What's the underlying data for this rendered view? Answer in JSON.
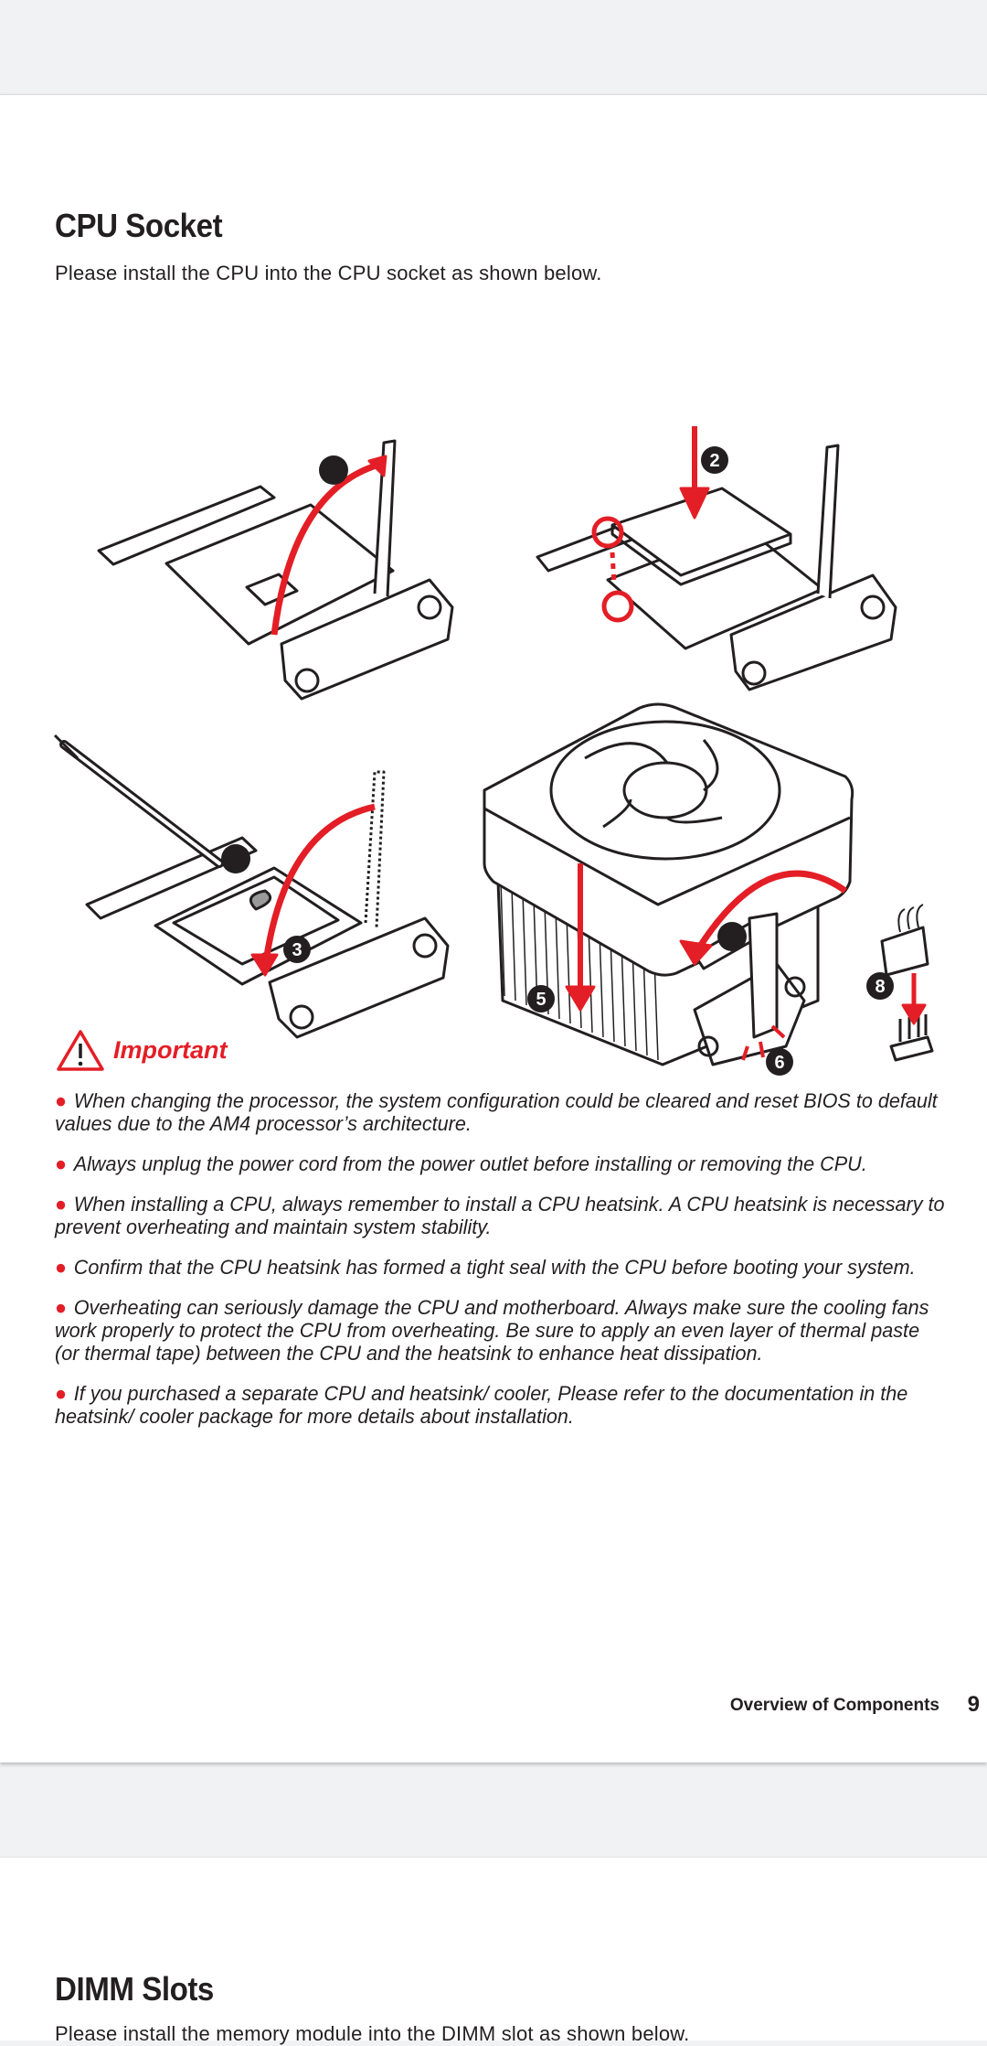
{
  "section": {
    "title": "CPU Socket",
    "intro": "Please install the CPU into the CPU socket as shown below.",
    "step_labels": [
      "2",
      "3",
      "5",
      "6",
      "8"
    ],
    "important": {
      "title": "Important",
      "bullets": [
        "When changing the processor, the system configuration could be cleared and reset BIOS to default values due to the AM4 processor’s architecture.",
        "Always unplug the power cord from the power outlet before installing or removing the CPU.",
        "When installing a CPU, always remember to install a CPU heatsink. A CPU heatsink is necessary to prevent overheating and maintain system stability.",
        "Confirm that the CPU heatsink has formed a tight seal with the CPU before booting your system.",
        "Overheating can seriously damage the CPU and motherboard. Always make sure the cooling fans work properly to protect the CPU from overheating. Be sure to apply an even layer of thermal paste (or thermal tape) between the CPU and the heatsink to enhance heat dissipation.",
        "If you purchased a separate CPU and heatsink/ cooler, Please refer to the documentation in the heatsink/ cooler package for more details about installation."
      ]
    }
  },
  "footer": {
    "chapter": "Overview of Components",
    "page": "9"
  },
  "next_section": {
    "title": "DIMM Slots",
    "intro": "Please install the memory module into the DIMM slot as shown below."
  },
  "colors": {
    "accent": "#e41e26",
    "text": "#231f20",
    "background": "#f1f2f4"
  }
}
